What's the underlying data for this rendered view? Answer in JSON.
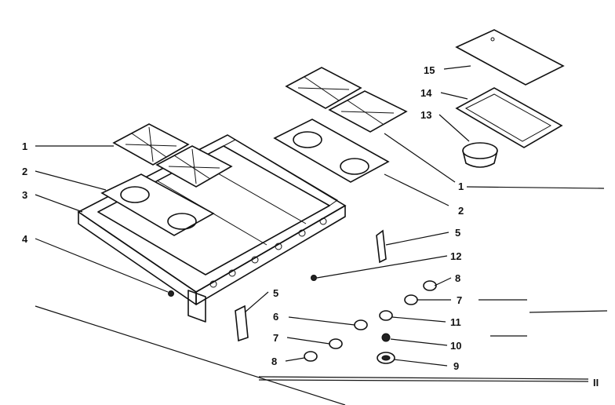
{
  "callouts": [
    {
      "id": "c1a",
      "label": "1"
    },
    {
      "id": "c2a",
      "label": "2"
    },
    {
      "id": "c3",
      "label": "3"
    },
    {
      "id": "c4",
      "label": "4"
    },
    {
      "id": "c1b",
      "label": "1"
    },
    {
      "id": "c2b",
      "label": "2"
    },
    {
      "id": "c5a",
      "label": "5"
    },
    {
      "id": "c5b",
      "label": "5"
    },
    {
      "id": "c12",
      "label": "12"
    },
    {
      "id": "c15",
      "label": "15"
    },
    {
      "id": "c14",
      "label": "14"
    },
    {
      "id": "c13",
      "label": "13"
    },
    {
      "id": "c8a",
      "label": "8"
    },
    {
      "id": "c7a",
      "label": "7"
    },
    {
      "id": "c11",
      "label": "11"
    },
    {
      "id": "c10",
      "label": "10"
    },
    {
      "id": "c9",
      "label": "9"
    },
    {
      "id": "c6",
      "label": "6"
    },
    {
      "id": "c7b",
      "label": "7"
    },
    {
      "id": "c8b",
      "label": "8"
    }
  ],
  "corner_mark": "II"
}
